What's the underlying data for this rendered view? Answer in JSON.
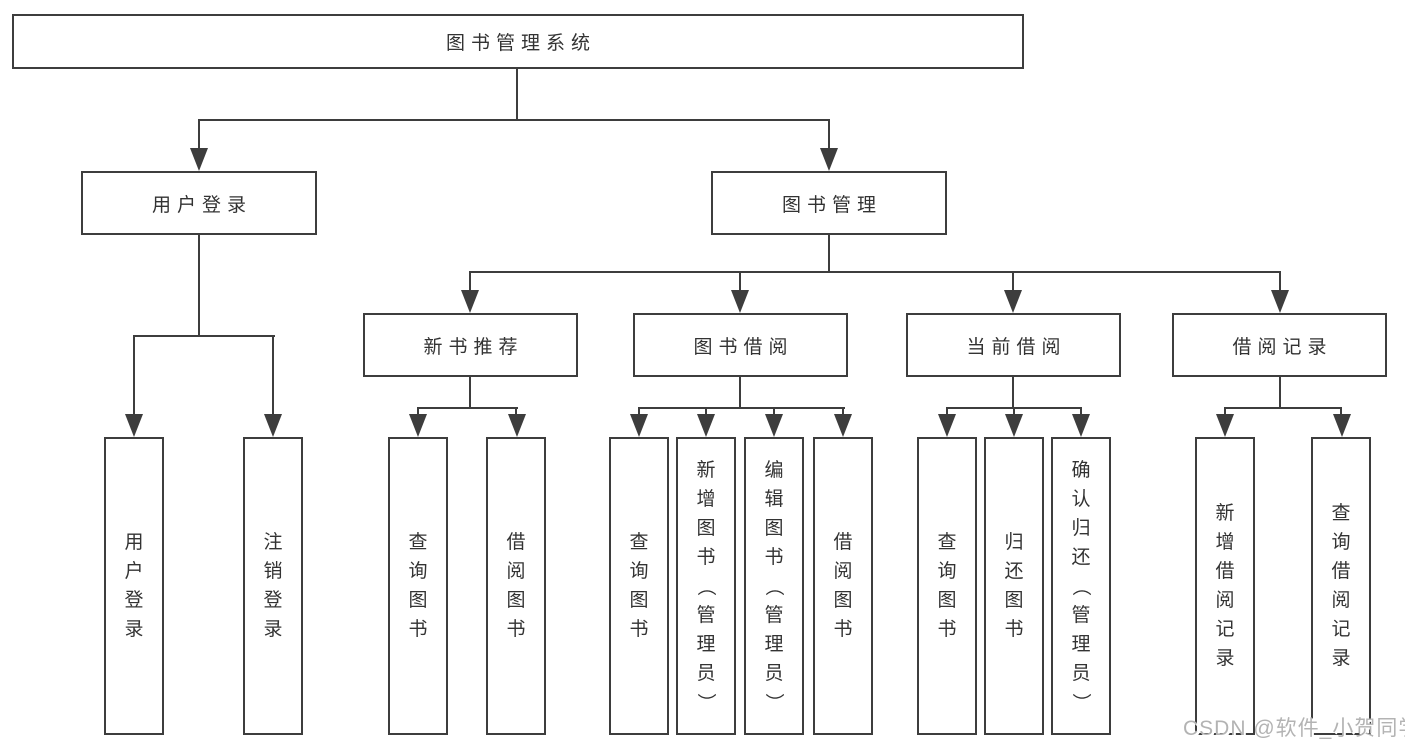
{
  "colors": {
    "line": "#3d3d3d",
    "text": "#333333",
    "watermark": "#b3b3b3",
    "background": "#ffffff"
  },
  "watermark": {
    "text": "CSDN @软件_小贺同学"
  },
  "nodes": {
    "root": {
      "label": "图书管理系统"
    },
    "user_login": {
      "label": "用户登录"
    },
    "book_management": {
      "label": "图书管理"
    },
    "new_book_recommend": {
      "label": "新书推荐"
    },
    "book_borrow": {
      "label": "图书借阅"
    },
    "current_borrow": {
      "label": "当前借阅"
    },
    "borrow_records": {
      "label": "借阅记录"
    },
    "leaf_user_login": {
      "label": "用户登录"
    },
    "leaf_logout": {
      "label": "注销登录"
    },
    "leaf_rec_query": {
      "label": "查询图书"
    },
    "leaf_rec_borrow": {
      "label": "借阅图书"
    },
    "leaf_bb_query": {
      "label": "查询图书"
    },
    "leaf_bb_add": {
      "label": "新增图书（管理员）"
    },
    "leaf_bb_edit": {
      "label": "编辑图书（管理员）"
    },
    "leaf_bb_borrow": {
      "label": "借阅图书"
    },
    "leaf_cb_query": {
      "label": "查询图书"
    },
    "leaf_cb_return": {
      "label": "归还图书"
    },
    "leaf_cb_confirm": {
      "label": "确认归还（管理员）"
    },
    "leaf_br_add": {
      "label": "新增借阅记录"
    },
    "leaf_br_query": {
      "label": "查询借阅记录"
    }
  },
  "hierarchy": {
    "图书管理系统": {
      "用户登录": [
        "用户登录",
        "注销登录"
      ],
      "图书管理": {
        "新书推荐": [
          "查询图书",
          "借阅图书"
        ],
        "图书借阅": [
          "查询图书",
          "新增图书（管理员）",
          "编辑图书（管理员）",
          "借阅图书"
        ],
        "当前借阅": [
          "查询图书",
          "归还图书",
          "确认归还（管理员）"
        ],
        "借阅记录": [
          "新增借阅记录",
          "查询借阅记录"
        ]
      }
    }
  }
}
